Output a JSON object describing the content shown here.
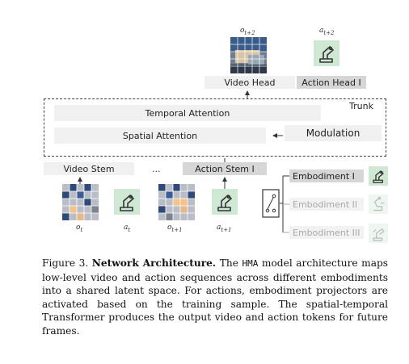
{
  "heads": {
    "video_head": "Video Head",
    "action_head": "Action Head I",
    "output_obs_label": "o",
    "output_obs_sub": "t+2",
    "output_act_label": "a",
    "output_act_sub": "t+2"
  },
  "trunk": {
    "label": "Trunk",
    "temporal_attention": "Temporal Attention",
    "spatial_attention": "Spatial Attention",
    "modulation": "Modulation"
  },
  "stems": {
    "video_stem": "Video Stem",
    "ellipsis": "...",
    "action_stem": "Action Stem I"
  },
  "inputs": [
    {
      "label": "o",
      "sub": "t"
    },
    {
      "label": "a",
      "sub": "t"
    },
    {
      "label": "o",
      "sub": "t+1"
    },
    {
      "label": "a",
      "sub": "t+1"
    }
  ],
  "embodiments": [
    {
      "label": "Embodiment I",
      "active": true
    },
    {
      "label": "Embodiment II",
      "active": false
    },
    {
      "label": "Embodiment III",
      "active": false
    }
  ],
  "caption": {
    "figure_label": "Figure 3.",
    "title": "Network Architecture.",
    "text_before_model": "The",
    "model_name": "HMA",
    "text_after_model": "model architecture maps low-level video and action sequences across different embodiments into a shared latent space. For actions, embodiment projectors are activated based on the training sample. The spatial-temporal Transformer produces the output video and action tokens for future frames."
  },
  "colors": {
    "robot_icon_bg": "#cfe8d4",
    "robot_icon_bg_faded": "#eef6f0",
    "box_light": "#f0f0f0",
    "box_dark": "#d6d6d6"
  }
}
